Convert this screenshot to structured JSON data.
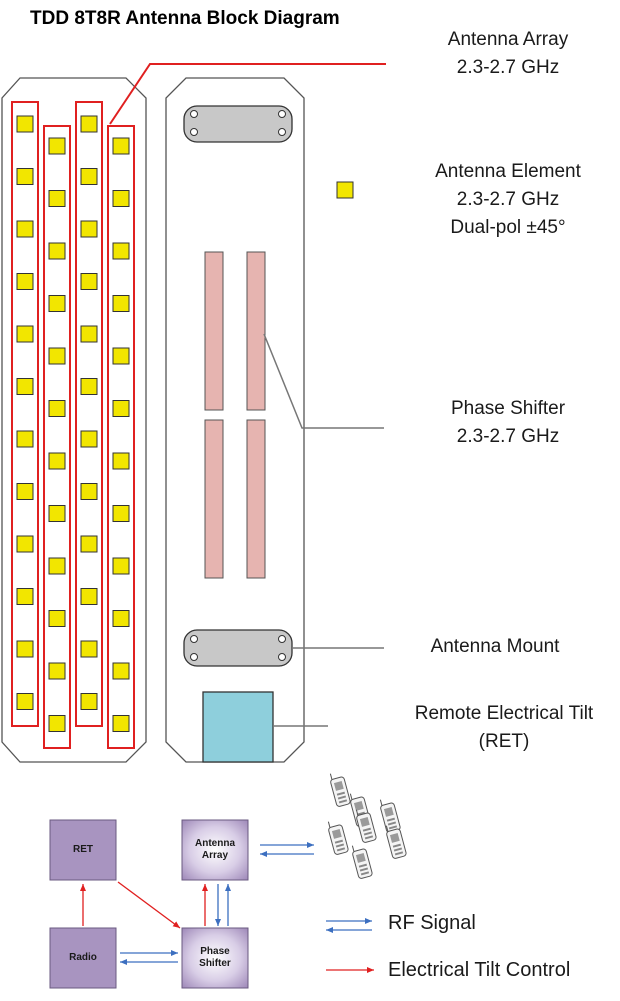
{
  "title": "TDD 8T8R Antenna Block Diagram",
  "labels": {
    "antenna_array": [
      "Antenna Array",
      "2.3-2.7 GHz"
    ],
    "antenna_element": [
      "Antenna Element",
      "2.3-2.7 GHz",
      "Dual-pol ±45°"
    ],
    "phase_shifter": [
      "Phase Shifter",
      "2.3-2.7 GHz"
    ],
    "antenna_mount": [
      "Antenna Mount"
    ],
    "ret": [
      "Remote Electrical Tilt",
      "(RET)"
    ]
  },
  "blocks": {
    "ret": [
      "RET"
    ],
    "antenna_array": [
      "Antenna",
      "Array"
    ],
    "radio": [
      "Radio"
    ],
    "phase_shifter": [
      "Phase",
      "Shifter"
    ]
  },
  "legend": {
    "rf_signal": "RF Signal",
    "tilt_control": "Electrical Tilt Control"
  },
  "colors": {
    "element": "#f2e600",
    "column_border": "#e02020",
    "phase_shifter": "#e6b4b0",
    "mount": "#c8c8c8",
    "ret_box": "#8ecfdc",
    "block": "#a894c0",
    "rf_arrow": "#3c6fc0",
    "tilt_arrow": "#e02020"
  }
}
